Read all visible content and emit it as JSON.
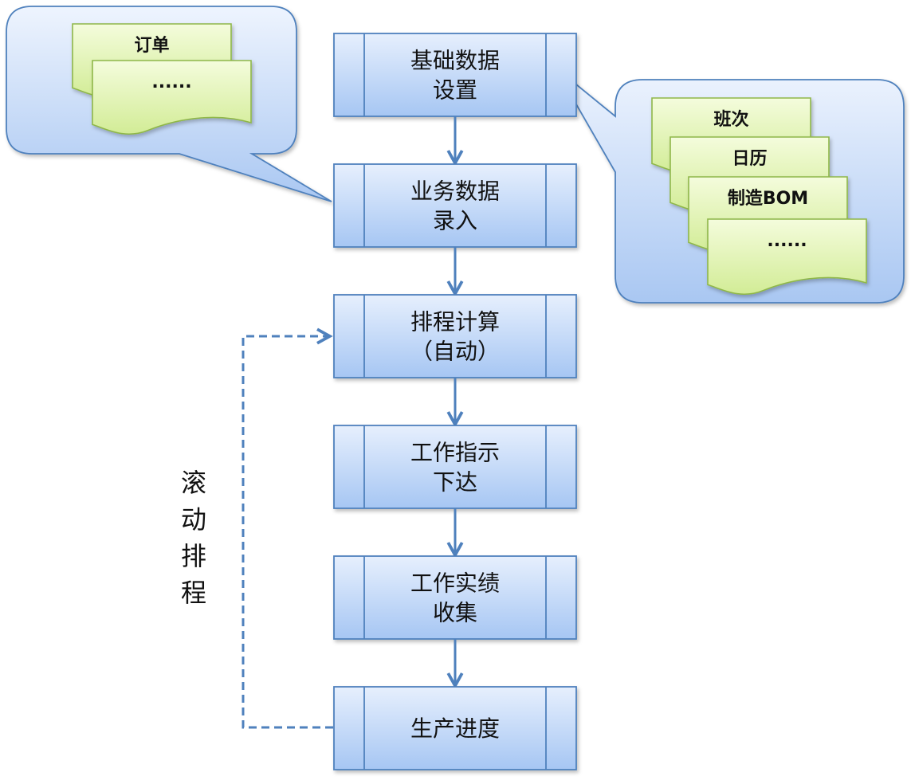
{
  "steps": [
    {
      "lines": [
        "基础数据",
        "设置"
      ]
    },
    {
      "lines": [
        "业务数据",
        "录入"
      ]
    },
    {
      "lines": [
        "排程计算",
        "（自动）"
      ]
    },
    {
      "lines": [
        "工作指示",
        "下达"
      ]
    },
    {
      "lines": [
        "工作实绩",
        "收集"
      ]
    },
    {
      "lines": [
        "生产进度"
      ]
    }
  ],
  "left_callout": {
    "docs": [
      "订单",
      "......"
    ]
  },
  "right_callout": {
    "docs": [
      "班次",
      "日历",
      "制造BOM",
      "......"
    ]
  },
  "loop_label": [
    "滚",
    "动",
    "排",
    "程"
  ],
  "colors": {
    "box_top": "#e4eefc",
    "box_bottom": "#a9c8f4",
    "box_stroke": "#4f81bd",
    "doc_top": "#f2fbd6",
    "doc_bottom": "#d4ee9a",
    "doc_stroke": "#8fb74a",
    "arrow": "#4f81bd"
  }
}
